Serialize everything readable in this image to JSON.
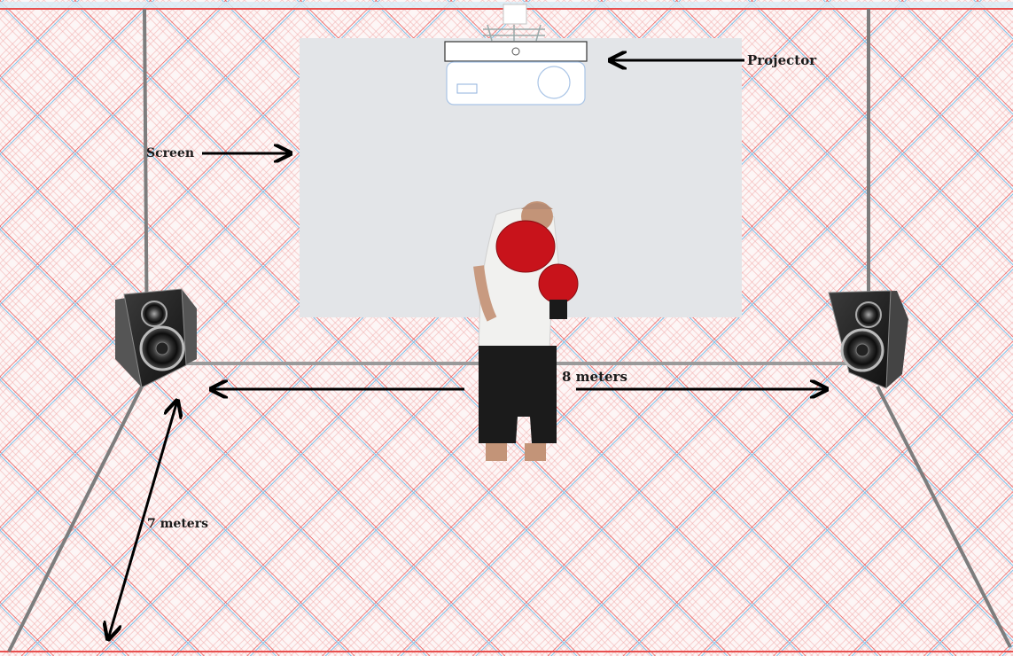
{
  "colors": {
    "grid_red": "#e8504f",
    "grid_blue": "#7ec2ea",
    "frame_gray": "#7d7d7d",
    "screen": "#e3e5e8",
    "arrow": "#000000",
    "glove_red": "#c8131b"
  },
  "labels": {
    "projector": "Projector",
    "screen": "Screen",
    "width": "8 meters",
    "depth": "7 meters"
  },
  "icons": [
    "projector-icon",
    "speaker-icon",
    "boxer-figure"
  ]
}
